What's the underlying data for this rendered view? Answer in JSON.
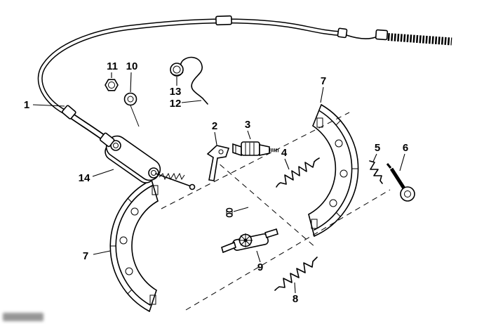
{
  "diagram": {
    "callouts": [
      {
        "label": "1"
      },
      {
        "label": "2"
      },
      {
        "label": "3"
      },
      {
        "label": "4"
      },
      {
        "label": "5"
      },
      {
        "label": "6"
      },
      {
        "label": "7"
      },
      {
        "label": "7"
      },
      {
        "label": "8"
      },
      {
        "label": "9"
      },
      {
        "label": "10"
      },
      {
        "label": "11"
      },
      {
        "label": "12"
      },
      {
        "label": "13"
      },
      {
        "label": "14"
      }
    ]
  }
}
